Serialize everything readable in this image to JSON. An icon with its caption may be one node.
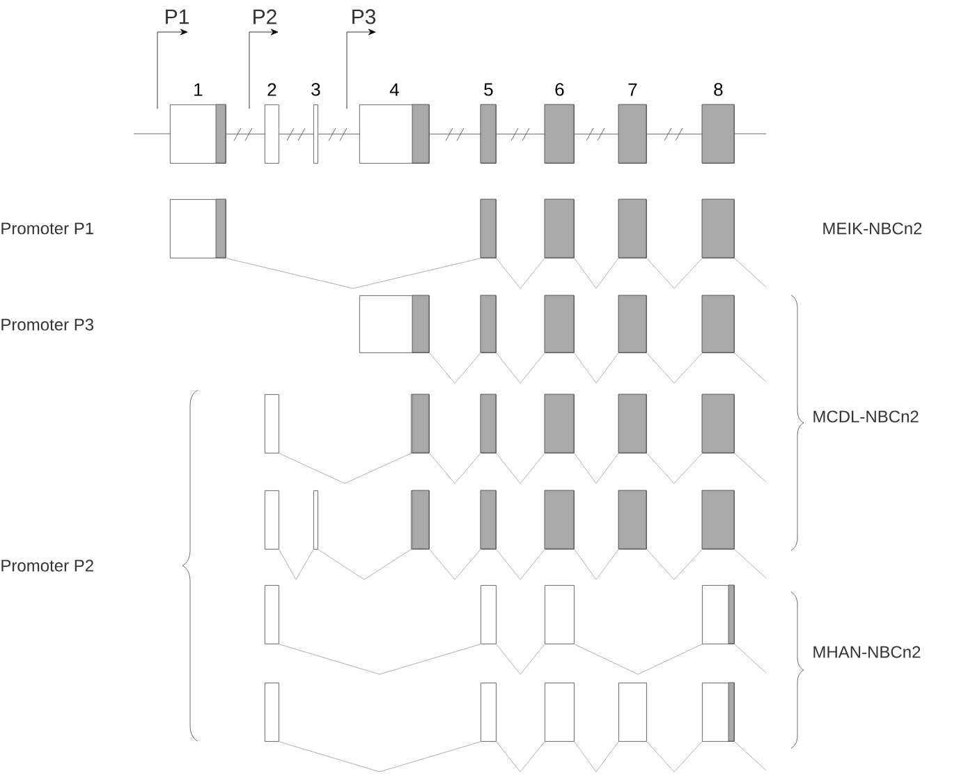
{
  "diagram": {
    "nodes": [
      {
        "text": [
          "1"
        ]
      },
      {
        "text": [
          "2"
        ]
      },
      {
        "text": [
          "3"
        ]
      },
      {
        "text": [
          "4"
        ]
      },
      {
        "text": [
          "5"
        ]
      },
      {
        "text": [
          "6"
        ]
      },
      {
        "text": [
          "7"
        ]
      },
      {
        "text": [
          "8"
        ]
      },
      {
        "text": [],
        "shape": "box"
      },
      {
        "text": [],
        "shape": "box"
      },
      {
        "text": [],
        "shape": "box"
      },
      {
        "text": [],
        "shape": "box"
      },
      {
        "text": [],
        "shape": "box"
      },
      {
        "text": [],
        "shape": "box"
      },
      {
        "text": [],
        "shape": "box"
      },
      {
        "text": [],
        "shape": "box"
      },
      {
        "text": [],
        "shape": "box"
      },
      {
        "text": [],
        "shape": "box"
      },
      {
        "text": [],
        "shape": "box"
      },
      {
        "text": [],
        "shape": "box"
      },
      {
        "text": [],
        "shape": "box"
      },
      {
        "text": [],
        "shape": "box"
      },
      {
        "text": [],
        "shape": "box"
      },
      {
        "text": [],
        "shape": "box"
      },
      {
        "text": [],
        "shape": "box"
      },
      {
        "text": [],
        "shape": "box"
      },
      {
        "text": [],
        "shape": "box"
      },
      {
        "text": [],
        "shape": "box"
      },
      {
        "text": [],
        "shape": "box"
      },
      {
        "text": [],
        "shape": "box"
      },
      {
        "text": [],
        "shape": "box"
      },
      {
        "text": [],
        "shape": "box"
      },
      {
        "text": [],
        "shape": "box"
      },
      {
        "text": [],
        "shape": "box"
      },
      {
        "text": [],
        "shape": "box"
      },
      {
        "text": [],
        "shape": "box"
      },
      {
        "text": [],
        "shape": "box"
      },
      {
        "text": [],
        "shape": "box"
      },
      {
        "text": [],
        "shape": "box"
      },
      {
        "text": [],
        "shape": "box"
      }
    ],
    "edges": [
      {
        "from": 0,
        "to": 1,
        "arrow": "none"
      },
      {
        "from": 1,
        "to": 2,
        "arrow": "none"
      },
      {
        "from": 2,
        "to": 3,
        "arrow": "none"
      },
      {
        "from": 3,
        "to": 4,
        "arrow": "none"
      },
      {
        "from": 4,
        "to": 5,
        "arrow": "none"
      },
      {
        "from": 5,
        "to": 6,
        "arrow": "none"
      },
      {
        "from": 6,
        "to": 7,
        "arrow": "none"
      },
      {
        "from": 8,
        "to": 9,
        "arrow": "none"
      },
      {
        "from": 9,
        "to": 10,
        "arrow": "none"
      },
      {
        "from": 10,
        "to": 11,
        "arrow": "none"
      },
      {
        "from": 11,
        "to": 12,
        "arrow": "none"
      },
      {
        "from": 12,
        "to": null,
        "arrow": "none"
      },
      {
        "from": 13,
        "to": 14,
        "arrow": "none"
      },
      {
        "from": 14,
        "to": 15,
        "arrow": "none"
      },
      {
        "from": 15,
        "to": 16,
        "arrow": "none"
      },
      {
        "from": 16,
        "to": 17,
        "arrow": "none"
      },
      {
        "from": 17,
        "to": null,
        "arrow": "none"
      },
      {
        "from": 18,
        "to": 19,
        "arrow": "none"
      },
      {
        "from": 19,
        "to": 20,
        "arrow": "none"
      },
      {
        "from": 20,
        "to": 21,
        "arrow": "none"
      },
      {
        "from": 21,
        "to": 22,
        "arrow": "none"
      },
      {
        "from": 22,
        "to": 23,
        "arrow": "none"
      },
      {
        "from": 23,
        "to": null,
        "arrow": "none"
      },
      {
        "from": 24,
        "to": 25,
        "arrow": "none"
      },
      {
        "from": 25,
        "to": 26,
        "arrow": "none"
      },
      {
        "from": 26,
        "to": 27,
        "arrow": "none"
      },
      {
        "from": 27,
        "to": 28,
        "arrow": "none"
      },
      {
        "from": 28,
        "to": 29,
        "arrow": "none"
      },
      {
        "from": 29,
        "to": 30,
        "arrow": "none"
      },
      {
        "from": 30,
        "to": null,
        "arrow": "none"
      },
      {
        "from": 31,
        "to": 32,
        "arrow": "none"
      },
      {
        "from": 32,
        "to": 33,
        "arrow": "none"
      },
      {
        "from": 33,
        "to": 34,
        "arrow": "none"
      },
      {
        "from": 34,
        "to": null,
        "arrow": "none"
      },
      {
        "from": 35,
        "to": 36,
        "arrow": "none"
      },
      {
        "from": 36,
        "to": 37,
        "arrow": "none"
      },
      {
        "from": 37,
        "to": 38,
        "arrow": "none"
      },
      {
        "from": 38,
        "to": 39,
        "arrow": "none"
      },
      {
        "from": 39,
        "to": null,
        "arrow": "none"
      }
    ],
    "labels": [
      "P1",
      "P2",
      "P3",
      "Promoter P1",
      "MEIK-NBCn2",
      "Promoter P3",
      "MCDL-NBCn2",
      "Promoter P2",
      "MHAN-NBCn2"
    ]
  }
}
